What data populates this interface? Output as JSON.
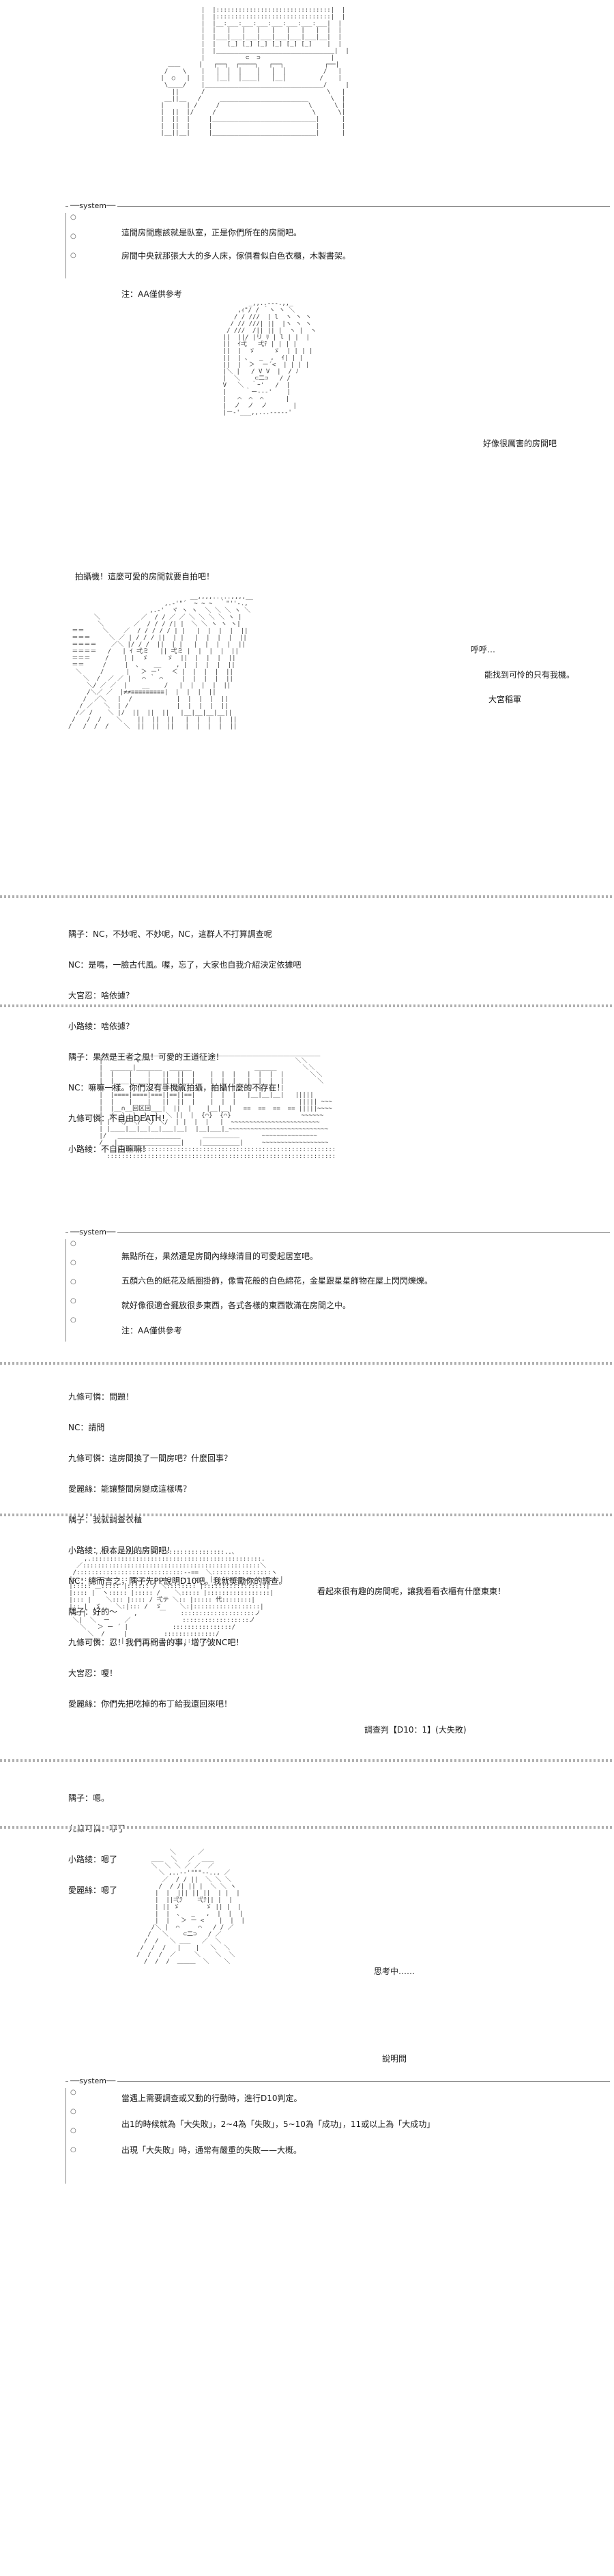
{
  "scene1": {
    "system_header": "──system──",
    "lines": [
      "這間房間應該就是臥室，正是你們所在的房間吧。",
      "房間中央就那張大大的多人床，傢俱看似白色衣櫃，木製書架。",
      "注：AA僅供參考"
    ]
  },
  "scene2": {
    "caption_right": "好像很厲害的房間吧",
    "caption_left": "拍攝機！這麼可愛的房間就要自拍吧！",
    "caption_sfx": "呼呼…",
    "caption_inner": "能找到可怜的只有我機。",
    "caption_name": "大宮稲軍"
  },
  "dialog1": [
    "隅子：NC，不妙呢、不妙呢，NC，這群人不打算調查呢",
    "NC：是嗎，一臉古代風。喔，忘了，大家也自我介紹決定依據吧",
    "大宮忍：啥依據？",
    "小路綾：啥依據？",
    "隅子：果然是王者之風！可愛的王道征途！",
    "NC：嘛嘛一樣。你們沒有手機就拍攝，拍攝什麼的不存在！",
    "九條可憐：不自由DEATH！",
    "小路綾：不自由嘛嘛！"
  ],
  "scene3": {
    "system_header": "──system──",
    "lines": [
      "無點所在，果然還是房間內綠綠清目的可愛起居室吧。",
      "五顏六色的紙花及紙圈掛飾，像雪花般的白色綿花，金星跟星星飾物在屋上閃閃爍爍。",
      "就好像很適合擺放很多東西，各式各樣的東西散滿在房間之中。",
      "注：AA僅供參考"
    ]
  },
  "dialog2": [
    "九條可憐：問題！",
    "NC：請問",
    "九條可憐：這房間換了一間房吧？什麼回事？",
    "愛麗絲：能讓整間房變成這樣嗎？",
    "隅子：我就調查衣櫃",
    "小路綾：根本是別的房間吧！",
    "NC：總而言之，隅子先PP說明D10吧。我就獎勵你的調查。",
    "隅子：好的～",
    "九條可憐：忍！我們再問書的事，增了波NC吧！",
    "大宮忍：嗄！",
    "愛麗絲：你們先把吃掉的布丁給我還回來吧！"
  ],
  "scene4": {
    "caption_right": "看起來很有趣的房間呢，讓我看看衣櫃有什麼東東！",
    "dice": "調查判【D10：1】(大失敗)"
  },
  "dialog3": [
    "隅子：嗯。",
    "九條可憐：咿了",
    "小路綾：嗯了",
    "愛麗絲：嗯了"
  ],
  "scene5": {
    "caption_think": "思考中……",
    "caption_note": "說明問",
    "system_header": "──system──",
    "lines": [
      "當遇上需要調查或又動的行動時，進行D10判定。",
      "出1的時候就為「大失敗」，2~4為「失敗」，5~10為「成功」，11或以上為「大成功」",
      "出現「大失敗」時，通常有嚴重的失敗——大概。"
    ]
  }
}
